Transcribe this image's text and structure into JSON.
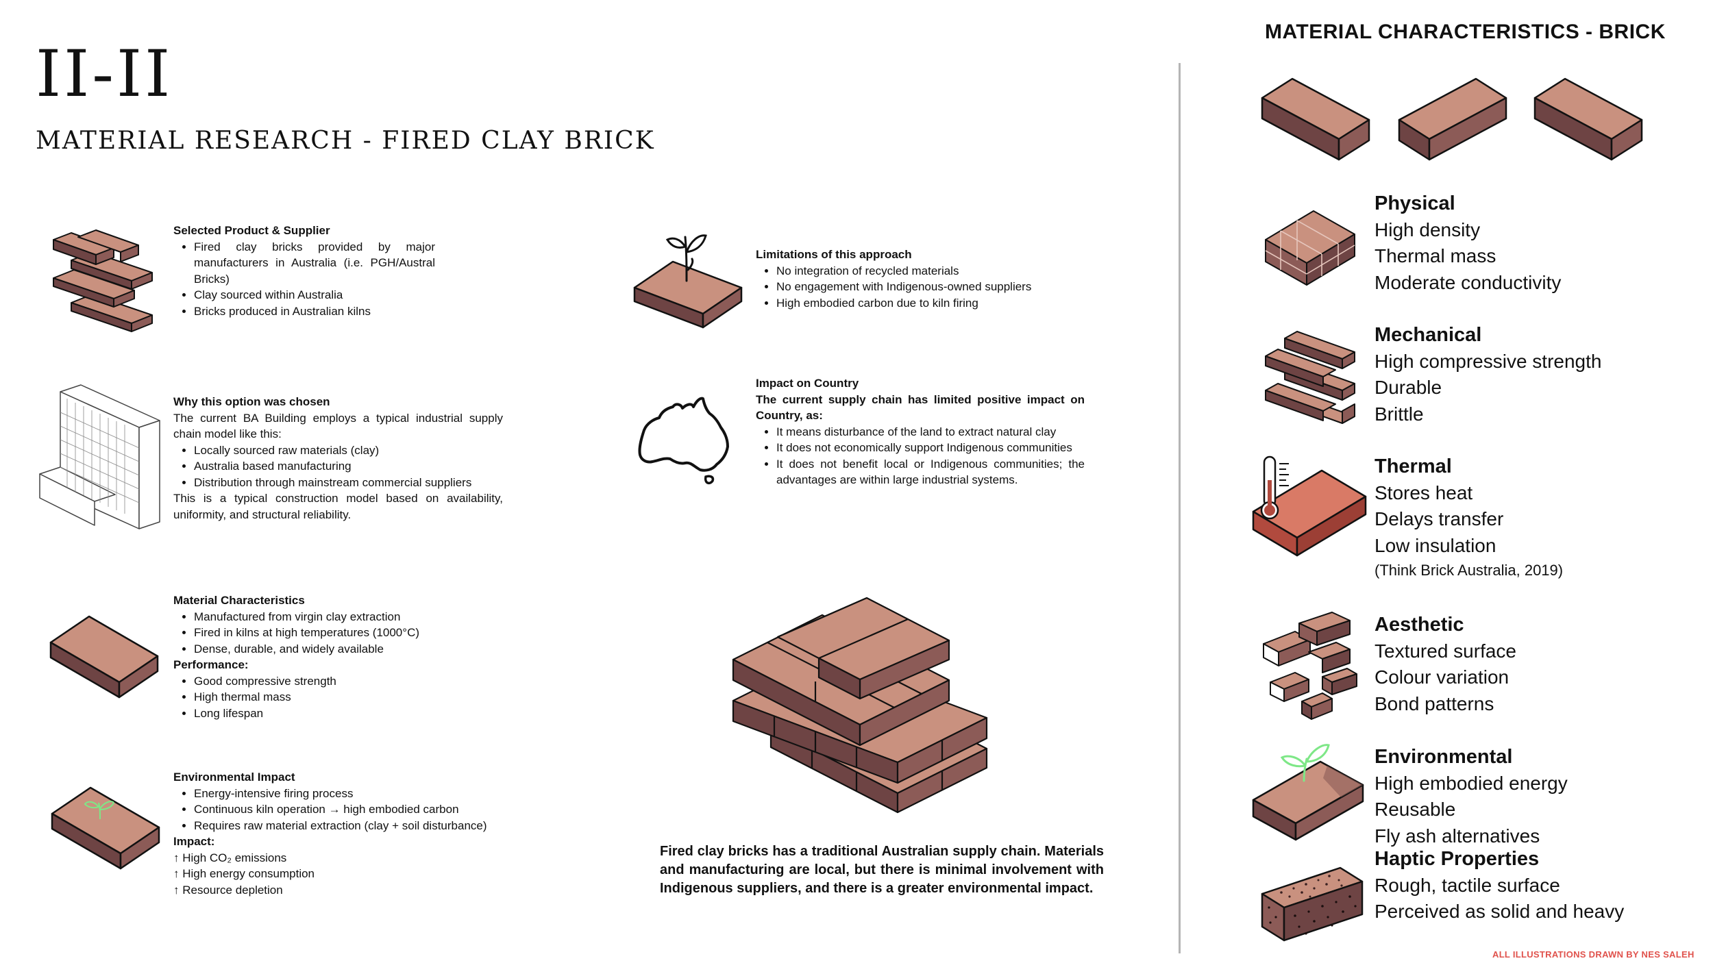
{
  "header": {
    "page_number": "II-II",
    "subtitle": "MATERIAL RESEARCH - FIRED CLAY BRICK"
  },
  "selected_product": {
    "heading": "Selected Product & Supplier",
    "items": [
      "Fired clay bricks provided by major manufacturers in Australia (i.e. PGH/Austral Bricks)",
      "Clay sourced within Australia",
      "Bricks produced in Australian kilns"
    ]
  },
  "why_chosen": {
    "heading": "Why this option was chosen",
    "intro": "The current BA Building employs a typical industrial supply chain model like this:",
    "items": [
      "Locally sourced raw materials (clay)",
      "Australia based manufacturing",
      "Distribution through mainstream commercial suppliers"
    ],
    "outro": "This is a typical construction model based on availability, uniformity, and structural reliability."
  },
  "material_characteristics": {
    "heading": "Material Characteristics",
    "items": [
      "Manufactured from virgin clay extraction",
      "Fired in kilns at high temperatures (1000°C)",
      "Dense, durable, and widely available"
    ],
    "performance_heading": "Performance:",
    "performance_items": [
      "Good compressive strength",
      "High thermal mass",
      "Long lifespan"
    ]
  },
  "environmental_impact": {
    "heading": "Environmental Impact",
    "items": [
      "Energy-intensive firing process",
      "Continuous kiln operation → high embodied carbon",
      "Requires raw material extraction (clay + soil disturbance)"
    ],
    "impact_heading": "Impact:",
    "impact_lines": [
      "↑ High CO₂ emissions",
      "↑ High energy consumption",
      "↑ Resource depletion"
    ]
  },
  "limitations": {
    "heading": "Limitations of this approach",
    "items": [
      "No integration of recycled materials",
      "No engagement with Indigenous-owned suppliers",
      "High embodied carbon due to kiln firing"
    ]
  },
  "impact_on_country": {
    "heading": "Impact on Country",
    "subheading": "The current supply chain has limited positive impact on Country, as:",
    "items": [
      "It means disturbance of the land to extract natural clay",
      "It does not economically support Indigenous communities",
      "It does not benefit local or Indigenous communities; the advantages are within large industrial systems."
    ]
  },
  "summary": "Fired clay bricks has a traditional Australian supply chain. Materials and manufacturing are local, but there is minimal involvement with Indigenous suppliers, and there is a greater environmental impact.",
  "panel": {
    "title": "MATERIAL CHARACTERISTICS - BRICK",
    "characteristics": [
      {
        "heading": "Physical",
        "lines": [
          "High density",
          "Thermal mass",
          "Moderate conductivity"
        ]
      },
      {
        "heading": "Mechanical",
        "lines": [
          "High compressive strength",
          "Durable",
          "Brittle"
        ]
      },
      {
        "heading": "Thermal",
        "lines": [
          "Stores heat",
          "Delays transfer",
          "Low insulation"
        ],
        "source": "(Think Brick Australia, 2019)"
      },
      {
        "heading": "Aesthetic",
        "lines": [
          "Textured surface",
          "Colour variation",
          "Bond patterns"
        ]
      },
      {
        "heading": "Environmental",
        "lines": [
          "High embodied energy",
          "Reusable",
          "Fly ash alternatives"
        ]
      },
      {
        "heading": "Haptic Properties",
        "lines": [
          "Rough, tactile surface",
          "Perceived as solid and heavy"
        ]
      }
    ],
    "credit": "ALL ILLUSTRATIONS DRAWN BY NES SALEH"
  },
  "colors": {
    "brick_top": "#c9917f",
    "brick_front": "#6e4444",
    "brick_side": "#8c5b57",
    "thermal_brick_top": "#d97a66",
    "thermal_brick_front": "#b14a3e",
    "sprout": "#7ee787",
    "credit": "#e0524c",
    "divider": "#b5b5b5"
  },
  "icons": {
    "selected_product": "stacked-bricks-icon",
    "why_chosen": "ba-building-icon",
    "material_characteristics": "single-brick-icon",
    "environmental_impact": "brick-sprout-icon",
    "limitations": "brick-plant-icon",
    "impact_on_country": "australia-map-icon",
    "centerpiece": "brick-stack-illustration",
    "physical": "strapped-brick-pack-icon",
    "mechanical": "brick-wall-corner-icon",
    "thermal": "thermometer-brick-icon",
    "aesthetic": "broken-brick-pile-icon",
    "environmental": "brick-leaf-icon",
    "haptic": "textured-brick-icon"
  }
}
